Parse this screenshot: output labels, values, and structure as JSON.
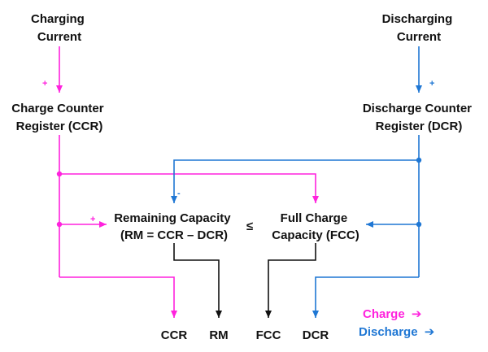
{
  "colors": {
    "charge": "#ff22dd",
    "discharge": "#1f77d4",
    "text": "#111111"
  },
  "inputs": {
    "charging_current": [
      "Charging",
      "Current"
    ],
    "discharging_current": [
      "Discharging",
      "Current"
    ]
  },
  "registers": {
    "ccr": [
      "Charge Counter",
      "Register (CCR)"
    ],
    "dcr": [
      "Discharge Counter",
      "Register (DCR)"
    ]
  },
  "blocks": {
    "remaining_capacity": [
      "Remaining Capacity",
      "(RM = CCR – DCR)"
    ],
    "comparator": "≤",
    "full_charge_capacity": [
      "Full Charge",
      "Capacity (FCC)"
    ]
  },
  "signs": {
    "plus": "+",
    "minus": "-"
  },
  "outputs": [
    "CCR",
    "RM",
    "FCC",
    "DCR"
  ],
  "legend": {
    "charge": "Charge",
    "discharge": "Discharge",
    "arrow": "➔"
  }
}
